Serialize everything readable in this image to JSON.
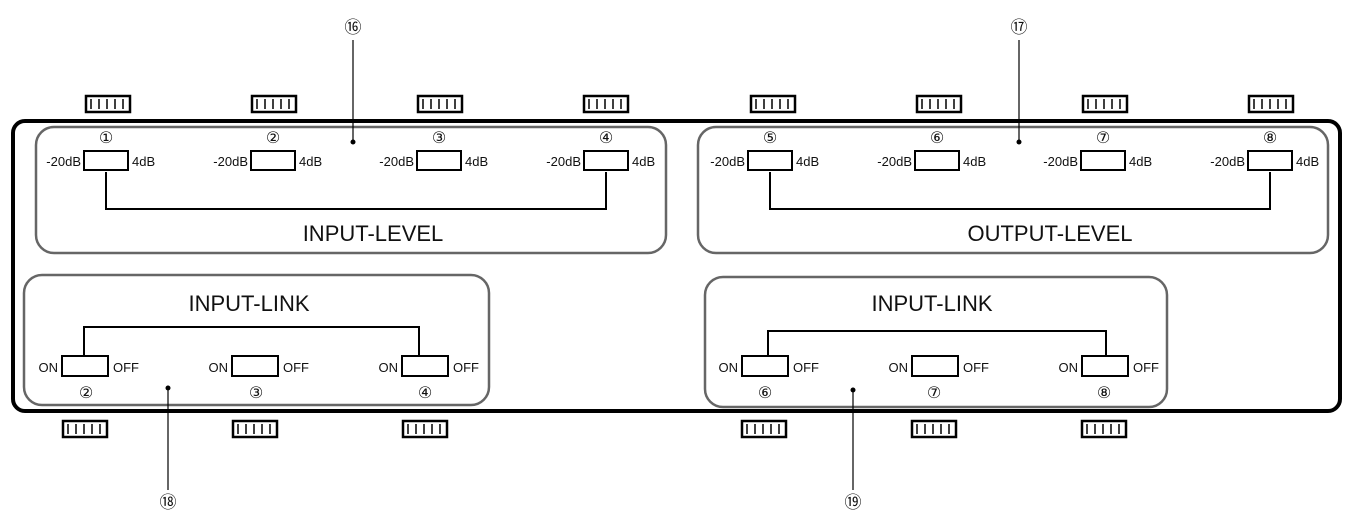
{
  "callouts": {
    "input_level": "⑯",
    "output_level": "⑰",
    "input_link_left": "⑱",
    "input_link_right": "⑲"
  },
  "input_level": {
    "title": "INPUT-LEVEL",
    "channels": [
      {
        "num": "①",
        "min": "-20dB",
        "max": "4dB"
      },
      {
        "num": "②",
        "min": "-20dB",
        "max": "4dB"
      },
      {
        "num": "③",
        "min": "-20dB",
        "max": "4dB"
      },
      {
        "num": "④",
        "min": "-20dB",
        "max": "4dB"
      }
    ]
  },
  "output_level": {
    "title": "OUTPUT-LEVEL",
    "channels": [
      {
        "num": "⑤",
        "min": "-20dB",
        "max": "4dB"
      },
      {
        "num": "⑥",
        "min": "-20dB",
        "max": "4dB"
      },
      {
        "num": "⑦",
        "min": "-20dB",
        "max": "4dB"
      },
      {
        "num": "⑧",
        "min": "-20dB",
        "max": "4dB"
      }
    ]
  },
  "input_link_left": {
    "title": "INPUT-LINK",
    "switches": [
      {
        "num": "②",
        "on": "ON",
        "off": "OFF"
      },
      {
        "num": "③",
        "on": "ON",
        "off": "OFF"
      },
      {
        "num": "④",
        "on": "ON",
        "off": "OFF"
      }
    ]
  },
  "input_link_right": {
    "title": "INPUT-LINK",
    "switches": [
      {
        "num": "⑥",
        "on": "ON",
        "off": "OFF"
      },
      {
        "num": "⑦",
        "on": "ON",
        "off": "OFF"
      },
      {
        "num": "⑧",
        "on": "ON",
        "off": "OFF"
      }
    ]
  }
}
